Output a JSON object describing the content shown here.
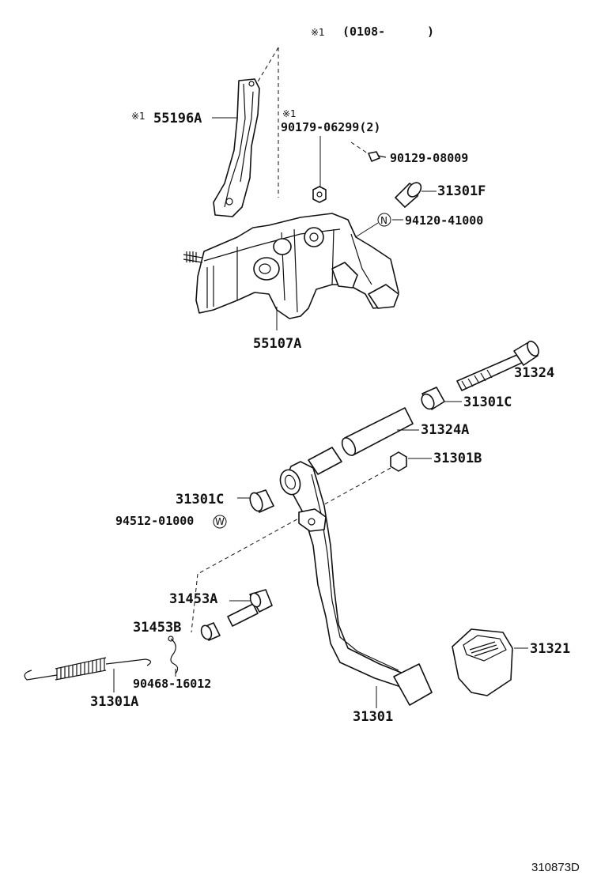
{
  "header": {
    "mark": "※1",
    "date_range": "(0108-",
    "date_close": ")"
  },
  "labels": {
    "p55196A_mark": "※1",
    "p55196A": "55196A",
    "p90179_mark": "※1",
    "p90179": "90179-06299(2)",
    "p90129": "90129-08009",
    "p31301F": "31301F",
    "p94120_symbol": "N",
    "p94120": "94120-41000",
    "p55107A": "55107A",
    "p31324": "31324",
    "p31301C_top": "31301C",
    "p31324A": "31324A",
    "p31301B": "31301B",
    "p31301C_left": "31301C",
    "p94512": "94512-01000",
    "p94512_symbol": "W",
    "p31453A": "31453A",
    "p31453B": "31453B",
    "p90468": "90468-16012",
    "p31301A": "31301A",
    "p31301": "31301",
    "p31321": "31321"
  },
  "footer": {
    "diagram_ref": "310873D"
  }
}
